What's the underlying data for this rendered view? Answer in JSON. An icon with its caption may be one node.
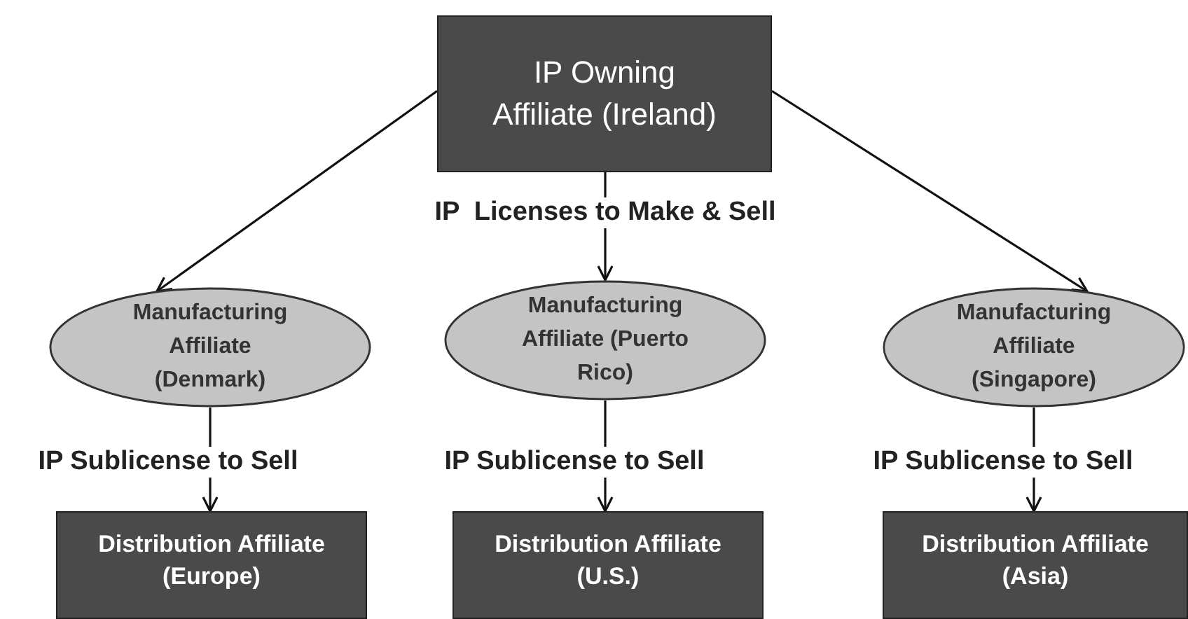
{
  "diagram": {
    "nodes": [
      {
        "text": [
          "IP Owning Affiliate (Ireland)"
        ]
      },
      {
        "text": [
          "Manufacturing Affiliate (Denmark)"
        ]
      },
      {
        "text": [
          "Manufacturing Affiliate (Puerto Rico)"
        ]
      },
      {
        "text": [
          "Manufacturing Affiliate (Singapore)"
        ]
      },
      {
        "text": [
          "Distribution Affiliate (Europe)"
        ]
      },
      {
        "text": [
          "Distribution Affiliate (U.S.)"
        ]
      },
      {
        "text": [
          "Distribution Affiliate (Asia)"
        ]
      }
    ],
    "edges": [
      {
        "from": 0,
        "to": 1,
        "arrow": "to"
      },
      {
        "from": 0,
        "to": 2,
        "arrow": "to",
        "label": "IP  Licenses to Make & Sell"
      },
      {
        "from": 0,
        "to": 3,
        "arrow": "to"
      },
      {
        "from": 1,
        "to": 4,
        "arrow": "to",
        "label": "IP Sublicense to Sell"
      },
      {
        "from": 2,
        "to": 5,
        "arrow": "to",
        "label": "IP Sublicense to Sell"
      },
      {
        "from": 3,
        "to": 6,
        "arrow": "to",
        "label": "IP Sublicense to Sell"
      }
    ]
  }
}
